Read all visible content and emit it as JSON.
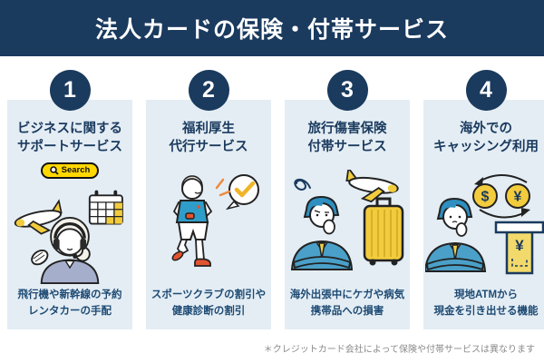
{
  "header": {
    "title": "法人カードの保険・付帯サービス"
  },
  "footnote": "＊クレジットカード会社によって保険や付帯サービスは異なります",
  "colors": {
    "navy": "#1a3a5e",
    "panel_bg": "#e4edf4",
    "accent_yellow": "#f2cc3d",
    "search_yellow": "#ffd800",
    "illustration_blue": "#3d9ec9",
    "shoe_red": "#e2542f",
    "footnote_gray": "#8a8a8a"
  },
  "icons": {
    "search_icon": "magnifier",
    "column1": [
      "airplane",
      "calendar",
      "operator-with-headset"
    ],
    "column2": [
      "runner-checking-watch",
      "check-bubble"
    ],
    "column3": [
      "dizzy-squiggle",
      "worried-businessman",
      "airplane",
      "suitcase"
    ],
    "column4": [
      "currency-exchange-coins",
      "thinking-businessman",
      "atm-with-bill"
    ]
  },
  "columns": [
    {
      "number": "1",
      "title_line1": "ビジネスに関する",
      "title_line2": "サポートサービス",
      "search_label": "Search",
      "desc_line1": "飛行機や新幹線の予約",
      "desc_line2": "レンタカーの手配"
    },
    {
      "number": "2",
      "title_line1": "福利厚生",
      "title_line2": "代行サービス",
      "desc_line1": "スポーツクラブの割引や",
      "desc_line2": "健康診断の割引"
    },
    {
      "number": "3",
      "title_line1": "旅行傷害保険",
      "title_line2": "付帯サービス",
      "desc_line1": "海外出張中にケガや病気",
      "desc_line2": "携帯品への損害"
    },
    {
      "number": "4",
      "title_line1": "海外での",
      "title_line2": "キャッシング利用",
      "desc_line1": "現地ATMから",
      "desc_line2": "現金を引き出せる機能",
      "coin_left": "$",
      "coin_right": "¥",
      "atm_symbol": "¥"
    }
  ]
}
